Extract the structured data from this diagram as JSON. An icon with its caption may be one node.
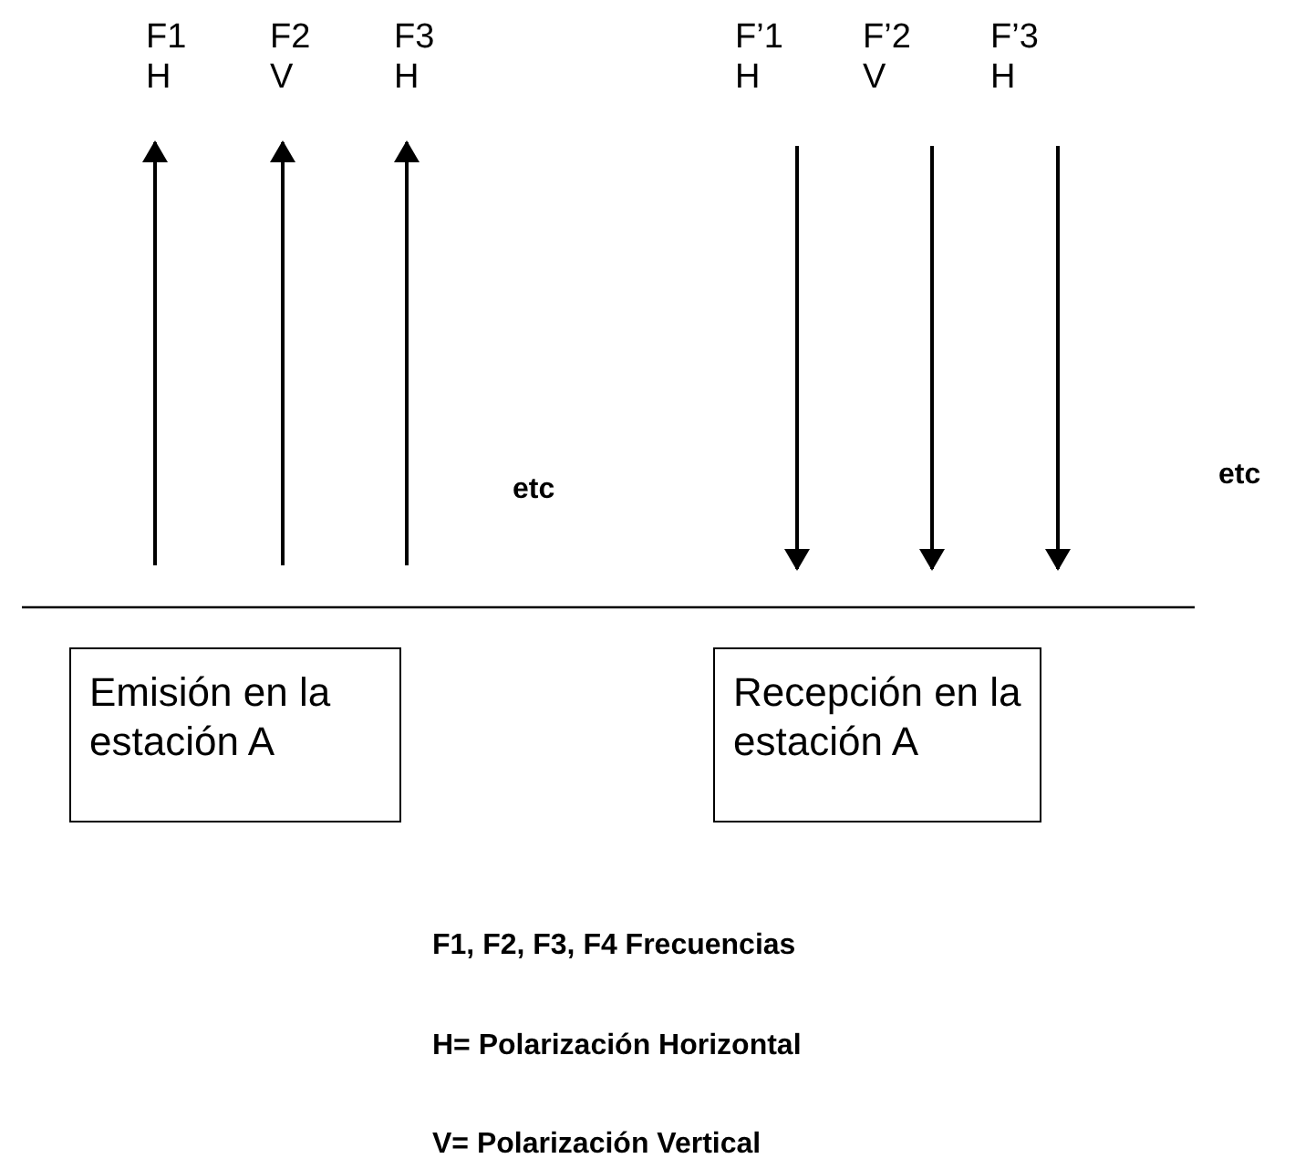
{
  "diagram": {
    "nodes": [
      {
        "text": [
          "F1",
          "H"
        ]
      },
      {
        "text": [
          "F2",
          "V"
        ]
      },
      {
        "text": [
          "F3",
          "H"
        ]
      },
      {
        "text": [
          "F’1",
          "H"
        ]
      },
      {
        "text": [
          "F’2",
          "V"
        ]
      },
      {
        "text": [
          "F’3",
          "H"
        ]
      },
      {
        "text": [
          "Emisión en la estación A"
        ]
      },
      {
        "text": [
          "Recepción en la estación A"
        ]
      }
    ],
    "edges": [
      {
        "from": null,
        "to": 0,
        "arrow": "to"
      },
      {
        "from": null,
        "to": 1,
        "arrow": "to"
      },
      {
        "from": null,
        "to": 2,
        "arrow": "to"
      },
      {
        "from": 3,
        "to": null,
        "arrow": "to"
      },
      {
        "from": 4,
        "to": null,
        "arrow": "to"
      },
      {
        "from": 5,
        "to": null,
        "arrow": "to"
      }
    ],
    "labels": [
      "etc",
      "etc",
      "F1, F2, F3, F4 Frecuencias",
      "H= Polarización Horizontal",
      "V= Polarización Vertical"
    ]
  }
}
